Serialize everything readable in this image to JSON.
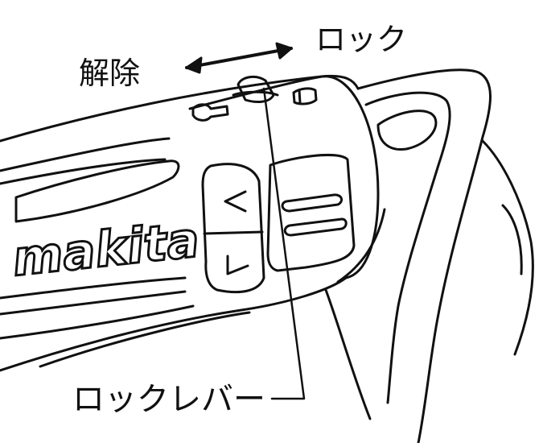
{
  "labels": {
    "release": "解除",
    "lock": "ロック",
    "lock_lever": "ロックレバー"
  },
  "brand": {
    "logo_text": "makita"
  },
  "colors": {
    "line": "#111111",
    "background": "#ffffff"
  }
}
